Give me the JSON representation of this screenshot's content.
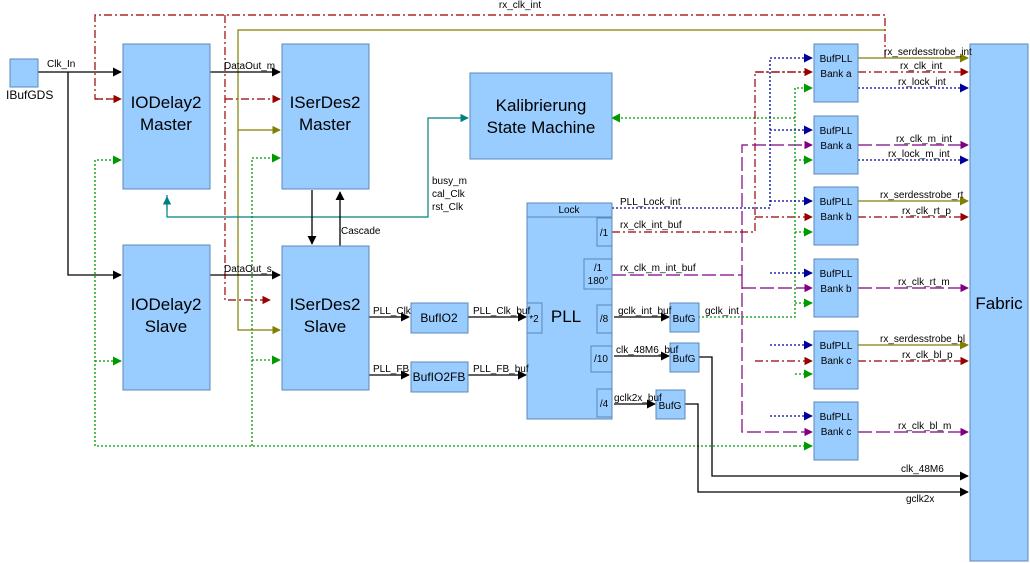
{
  "blocks": {
    "ibufgds": "IBufGDS",
    "iodelay_master": [
      "IODelay2",
      "Master"
    ],
    "iserdes_master": [
      "ISerDes2",
      "Master"
    ],
    "kalibrierung": [
      "Kalibrierung",
      "State Machine"
    ],
    "iodelay_slave": [
      "IODelay2",
      "Slave"
    ],
    "iserdes_slave": [
      "ISerDes2",
      "Slave"
    ],
    "bufio2": "BufIO2",
    "bufio2fb": "BufIO2FB",
    "pll": "PLL",
    "pll_lock": "Lock",
    "pll_mult": "*2",
    "pll_out1": "/1",
    "pll_out2": [
      "/1",
      "180°"
    ],
    "pll_out3": "/8",
    "pll_out4": "/10",
    "pll_out5": "/4",
    "bufg": "BufG",
    "bufpll": "BufPLL",
    "bank_a": "Bank a",
    "bank_b": "Bank b",
    "bank_c": "Bank c",
    "fabric": "Fabric"
  },
  "signals": {
    "rx_clk_int_top": "rx_clk_int",
    "clk_in": "Clk_In",
    "dataout_m": "DataOut_m",
    "dataout_s": "DataOut_s",
    "cascade": "Cascade",
    "busy_m": "busy_m",
    "cal_clk": "cal_Clk",
    "rst_clk": "rst_Clk",
    "pll_clk": "PLL_Clk",
    "pll_clk_buf": "PLL_Clk_buf",
    "pll_fb": "PLL_FB",
    "pll_fb_buf": "PLL_FB_buf",
    "pll_lock_int": "PLL_Lock_int",
    "rx_clk_int_buf": "rx_clk_int_buf",
    "rx_clk_m_int_buf": "rx_clk_m_int_buf",
    "gclk_int_buf": "gclk_int_buf",
    "gclk_int": "gclk_int",
    "clk_48m6_buf": "clk_48M6_buf",
    "gclk2x_buf": "gclk2x_buf",
    "rx_serdesstrobe_int": "rx_serdesstrobe_int",
    "rx_clk_int": "rx_clk_int",
    "rx_lock_int": "rx_lock_int",
    "rx_clk_m_int": "rx_clk_m_int",
    "rx_lock_m_int": "rx_lock_m_int",
    "rx_serdesstrobe_rt": "rx_serdesstrobe_rt",
    "rx_clk_rt_p": "rx_clk_rt_p",
    "rx_clk_rt_m": "rx_clk_rt_m",
    "rx_serdesstrobe_bl": "rx_serdesstrobe_bl",
    "rx_clk_bl_p": "rx_clk_bl_p",
    "rx_clk_bl_m": "rx_clk_bl_m",
    "clk_48m6": "clk_48M6",
    "gclk2x": "gclk2x"
  },
  "colors": {
    "block_fill": "#99ccff",
    "block_stroke": "#5a88b8",
    "data_wire": "#000000",
    "rx_clk_dashdot": "#990000",
    "olive": "#808000",
    "green_dotted": "#009900",
    "teal": "#008080",
    "navy_dotted": "#000099",
    "purple_dashed": "#800080"
  }
}
